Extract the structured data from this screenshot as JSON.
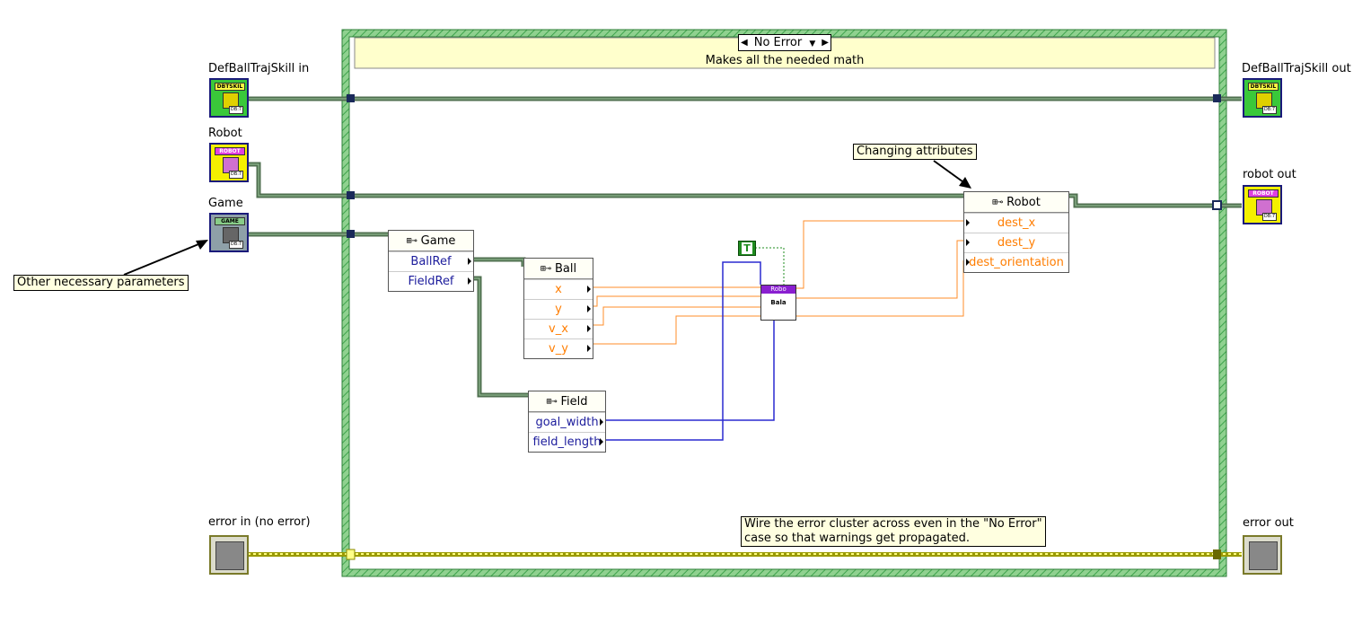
{
  "case_structure": {
    "selector_value": "No Error",
    "description": "Makes all the needed math"
  },
  "controls": {
    "def_ball_traj_skill_in": {
      "label": "DefBallTrajSkill in",
      "tag": "DBTSKIL",
      "version": "DB:7"
    },
    "robot_in": {
      "label": "Robot",
      "tag": "ROBOT",
      "version": "DB:7"
    },
    "game_in": {
      "label": "Game",
      "tag": "GAME",
      "version": "DB:7"
    },
    "error_in": {
      "label": "error in (no error)"
    }
  },
  "indicators": {
    "def_ball_traj_skill_out": {
      "label": "DefBallTrajSkill out",
      "tag": "DBTSKIL",
      "version": "DB:7"
    },
    "robot_out": {
      "label": "robot out",
      "tag": "ROBOT",
      "version": "DB:7"
    },
    "error_out": {
      "label": "error out"
    }
  },
  "comments": {
    "other_params": "Other necessary parameters",
    "changing_attributes": "Changing attributes",
    "wire_error_line1": "Wire the error cluster across even in the \"No Error\"",
    "wire_error_line2": "case so that warnings get propagated."
  },
  "nodes": {
    "game": {
      "title": "Game",
      "fields": [
        "BallRef",
        "FieldRef"
      ]
    },
    "ball": {
      "title": "Ball",
      "fields": [
        "x",
        "y",
        "v_x",
        "v_y"
      ]
    },
    "field": {
      "title": "Field",
      "fields": [
        "goal_width",
        "field_length"
      ]
    },
    "robot": {
      "title": "Robot",
      "fields": [
        "dest_x",
        "dest_y",
        "dest_orientation"
      ]
    }
  },
  "constant_true": "T",
  "subvi": {
    "header": "Robo",
    "label": "Bala"
  },
  "colors": {
    "case_border": "#3fa34d",
    "class_wire": "#5a7a5a",
    "numeric_wire": "#ff8c2a",
    "int_wire": "#2a2ad0",
    "error_wire": "#9a9a00",
    "boolean_wire": "#1f8c1f",
    "comment_bg": "#ffffe0",
    "ball_traj_icon": "#3ac83a",
    "robot_icon": "#f4f000",
    "game_icon": "#8ea0a8"
  }
}
